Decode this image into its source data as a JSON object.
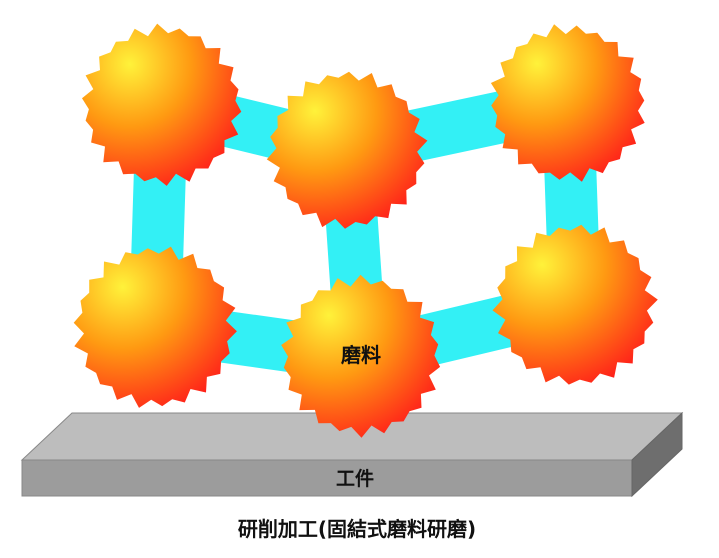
{
  "labels": {
    "abrasive": "磨料",
    "workpiece": "工件",
    "caption": "研削加工(固結式磨料研磨)"
  },
  "colors": {
    "bond": "#33f0f5",
    "abrasive_light": "#fff23a",
    "abrasive_mid": "#ff9a12",
    "abrasive_dark": "#ff1a1a",
    "workpiece_top": "#bdbdbd",
    "workpiece_front": "#9c9c9c",
    "workpiece_side": "#6e6e6e"
  }
}
